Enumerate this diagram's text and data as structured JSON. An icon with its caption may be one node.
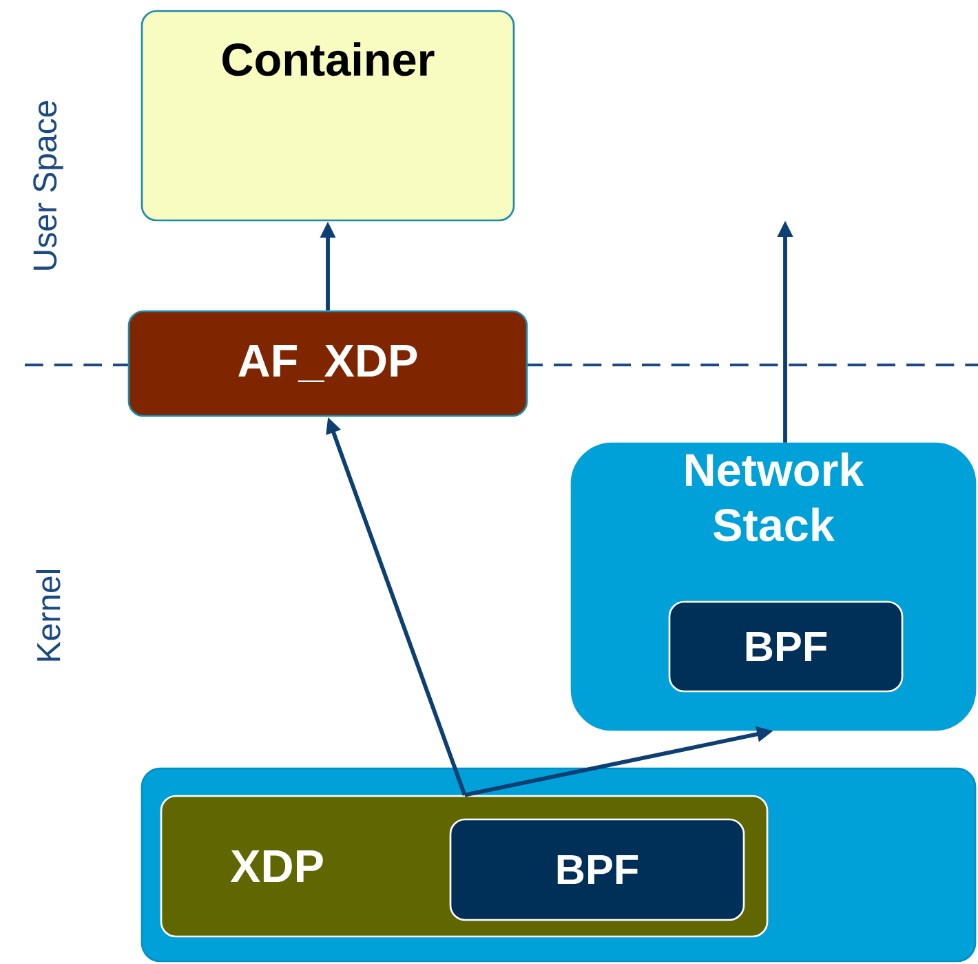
{
  "diagram": {
    "nodes": [
      {
        "text": [
          "Container"
        ]
      },
      {
        "text": [
          "AF_XDP"
        ]
      },
      {
        "text": [
          "Network Stack"
        ]
      },
      {
        "text": [
          "BPF"
        ],
        "in": 2
      },
      {
        "text": [],
        "shape": "box"
      },
      {
        "text": [
          "XDP"
        ],
        "in": 4
      },
      {
        "text": [
          "BPF"
        ],
        "in": 5
      }
    ],
    "edges": [
      {
        "from": 1,
        "to": 0,
        "arrow": "to"
      },
      {
        "from": 5,
        "to": 1,
        "arrow": "to"
      },
      {
        "from": 5,
        "to": 2,
        "arrow": "to"
      },
      {
        "from": 2,
        "to": null,
        "arrow": "to"
      }
    ],
    "labels": [
      "User Space",
      "Kernel"
    ]
  }
}
